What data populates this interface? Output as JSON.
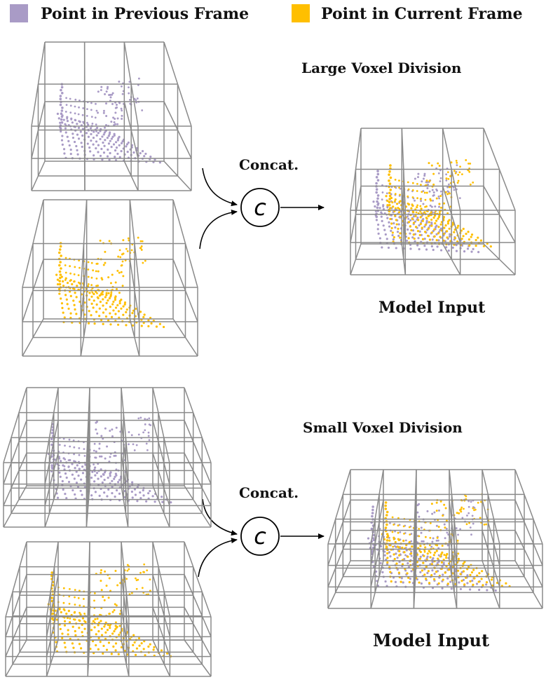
{
  "legend": {
    "previous": {
      "label": "Point in Previous Frame",
      "color": "#a99bc6"
    },
    "current": {
      "label": "Point in Current Frame",
      "color": "#ffbf00"
    }
  },
  "sections": [
    {
      "title": "Large Voxel Division",
      "concat_label": "Concat.",
      "concat_symbol": "c",
      "output_label": "Model Input"
    },
    {
      "title": "Small Voxel Division",
      "concat_label": "Concat.",
      "concat_symbol": "c",
      "output_label": "Model Input"
    }
  ],
  "icons": {
    "concat": "concat-circle-icon",
    "arrow": "arrow-right-icon"
  }
}
